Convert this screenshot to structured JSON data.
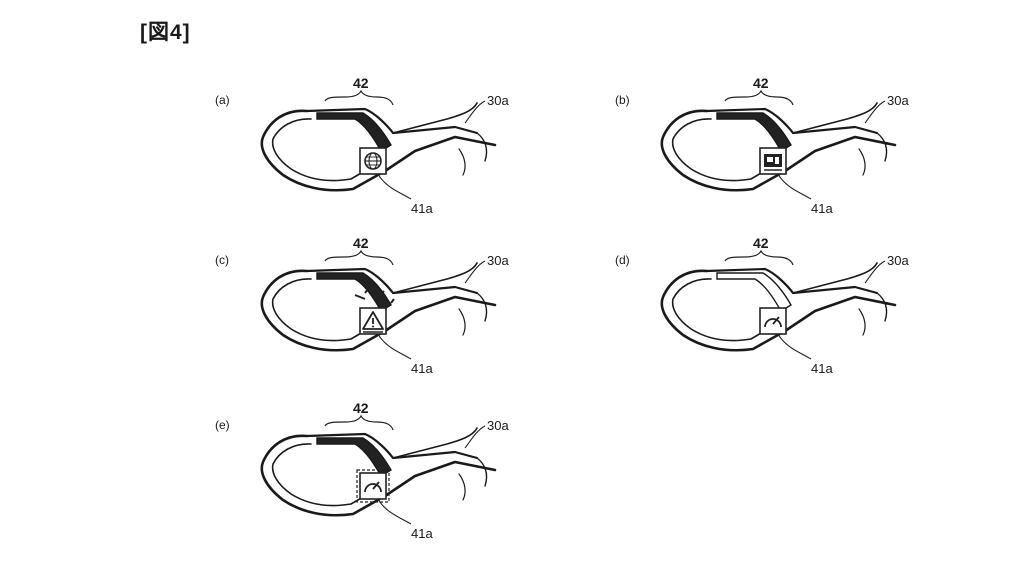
{
  "figure": {
    "title": "[図4]",
    "panels": [
      {
        "letter": "(a)",
        "label_42": "42",
        "label_30a": "30a",
        "label_41a": "41a",
        "indicator": "globe-icon",
        "state": "normal"
      },
      {
        "letter": "(b)",
        "label_42": "42",
        "label_30a": "30a",
        "label_41a": "41a",
        "indicator": "screen-icon",
        "state": "normal"
      },
      {
        "letter": "(c)",
        "label_42": "42",
        "label_30a": "30a",
        "label_41a": "41a",
        "indicator": "warning-icon",
        "state": "flashing"
      },
      {
        "letter": "(d)",
        "label_42": "42",
        "label_30a": "30a",
        "label_41a": "41a",
        "indicator": "gauge-icon",
        "state": "normal"
      },
      {
        "letter": "(e)",
        "label_42": "42",
        "label_30a": "30a",
        "label_41a": "41a",
        "indicator": "gauge-icon",
        "state": "dashed"
      }
    ]
  }
}
